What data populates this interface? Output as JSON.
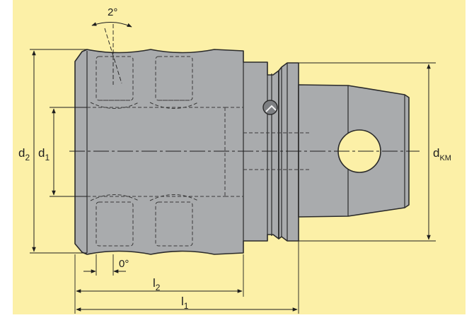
{
  "diagram": {
    "colors": {
      "background": "#fcf0a7",
      "body_fill": "#a9abad",
      "outline": "#2a2a2a",
      "hidden_line": "#3a3a3a",
      "dimension_line": "#1e1e1e"
    },
    "labels": {
      "angle_top": "2°",
      "angle_bottom": "0°",
      "d2": "d",
      "d2_sub": "2",
      "d1": "d",
      "d1_sub": "1",
      "dkm": "d",
      "dkm_sub": "KM",
      "l2": "l",
      "l2_sub": "2",
      "l1": "l",
      "l1_sub": "1"
    }
  }
}
